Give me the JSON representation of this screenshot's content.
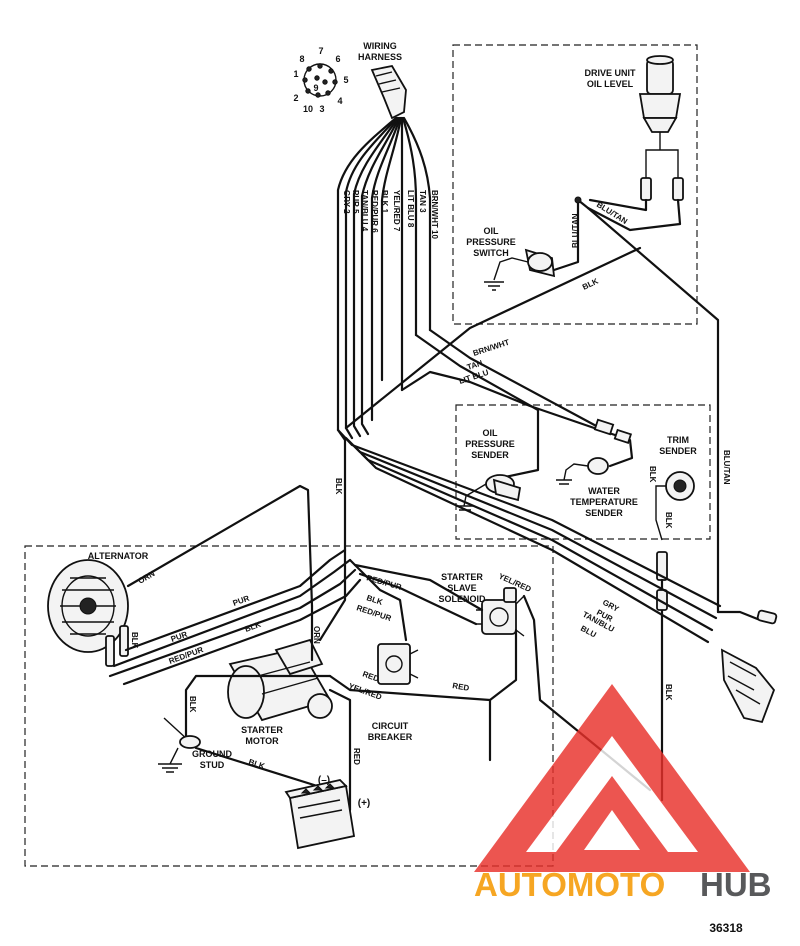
{
  "diagram": {
    "harness": {
      "title_line1": "WIRING",
      "title_line2": "HARNESS",
      "pin_numbers": [
        "1",
        "2",
        "3",
        "4",
        "5",
        "6",
        "7",
        "8",
        "9",
        "10"
      ],
      "wire_labels": [
        "GRY 2",
        "PUR 5",
        "TAN/BLU 4",
        "RED/PUR 6",
        "BLK 1",
        "YEL/RED 7",
        "LIT BLU 8",
        "TAN 3",
        "BRN/WHT 10"
      ]
    },
    "components": {
      "drive_unit_line1": "DRIVE UNIT",
      "drive_unit_line2": "OIL LEVEL",
      "oil_pressure_switch_line1": "OIL",
      "oil_pressure_switch_line2": "PRESSURE",
      "oil_pressure_switch_line3": "SWITCH",
      "oil_pressure_sender_line1": "OIL",
      "oil_pressure_sender_line2": "PRESSURE",
      "oil_pressure_sender_line3": "SENDER",
      "water_temp_line1": "WATER",
      "water_temp_line2": "TEMPERATURE",
      "water_temp_line3": "SENDER",
      "trim_sender_line1": "TRIM",
      "trim_sender_line2": "SENDER",
      "alternator": "ALTERNATOR",
      "starter_slave_line1": "STARTER",
      "starter_slave_line2": "SLAVE",
      "starter_slave_line3": "SOLENOID",
      "starter_motor_line1": "STARTER",
      "starter_motor_line2": "MOTOR",
      "circuit_breaker_line1": "CIRCUIT",
      "circuit_breaker_line2": "BREAKER",
      "ground_stud_line1": "GROUND",
      "ground_stud_line2": "STUD",
      "battery_negative": "(–)",
      "battery_positive": "(+)"
    },
    "wire_tags": {
      "blu_tan_top": "BLU/TAN",
      "blu_tan_switch": "BLU/TAN",
      "blk_switch": "BLK",
      "brn_wht": "BRN/WHT",
      "tan": "TAN",
      "lit_blu": "LIT BLU",
      "blk_trim": "BLK",
      "blk_trim_lower": "BLK",
      "blu_tan_right": "BLU/TAN",
      "blk_center": "BLK",
      "orn_alt": "ORN",
      "pur_alt": "PUR",
      "pur_alt2": "PUR",
      "red_pur_alt": "RED/PUR",
      "blk_alt": "BLK",
      "blk_alt2": "BLK",
      "red_pur_mid": "RED/PUR",
      "yel_red_mid": "YEL/RED",
      "blk_mid": "BLK",
      "red_pur_mid2": "RED/PUR",
      "gry": "GRY",
      "pur": "PUR",
      "tan_blu": "TAN/BLU",
      "blu": "BLU",
      "blk_right": "BLK",
      "orn_starter": "ORN",
      "blk_ground": "BLK",
      "red_breaker": "RED",
      "yel_red_breaker": "YEL/RED",
      "red_right": "RED",
      "blk_battery": "BLK",
      "red_battery": "RED"
    },
    "figure_number": "36318"
  },
  "watermark": {
    "brand_part1": "AUTOMOTO",
    "brand_part2": "HUB",
    "colors": {
      "triangle": "#e8302a",
      "auto": "#f6a623",
      "hub": "#58595b"
    }
  }
}
